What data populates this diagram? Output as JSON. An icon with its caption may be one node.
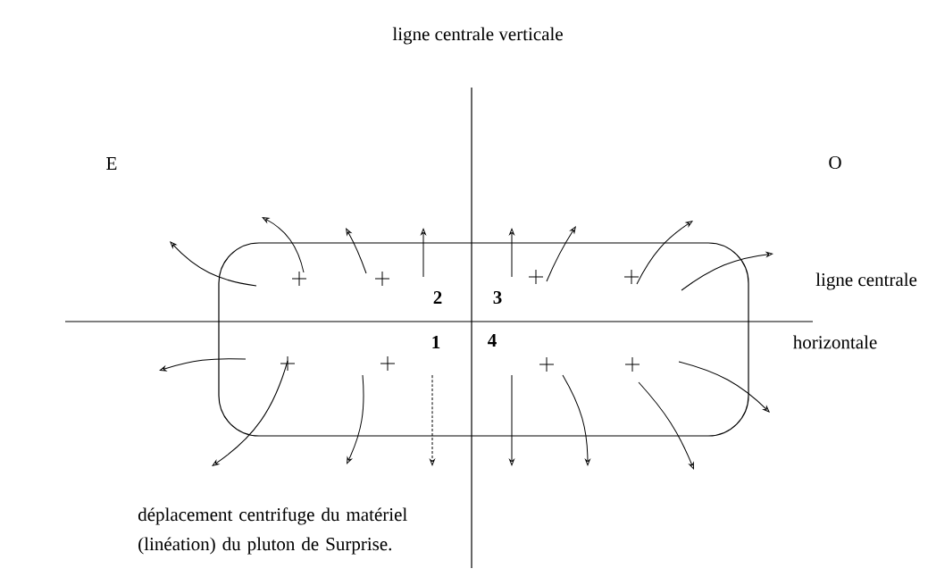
{
  "diagram": {
    "caption": "déplacement centrifuge du matériel (linéation) du pluton de Surprise.",
    "labels": [
      "ligne centrale verticale",
      "E",
      "O",
      "2",
      "3",
      "ligne centrale",
      "1",
      "4",
      "horizontale"
    ]
  }
}
